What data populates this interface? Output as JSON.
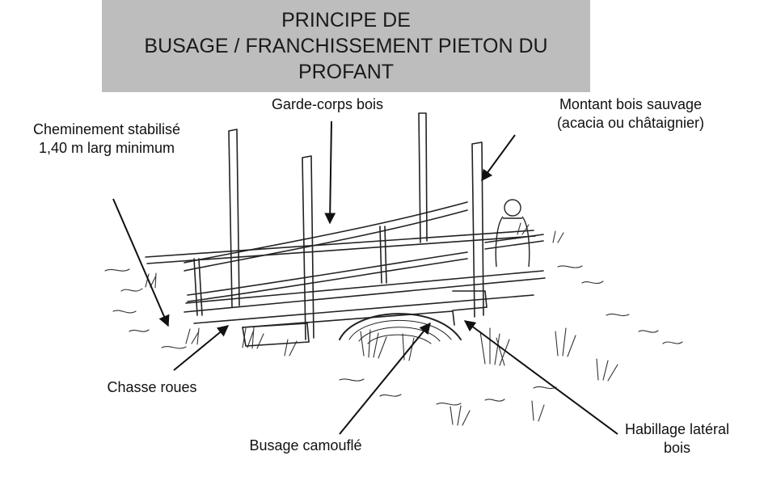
{
  "title": {
    "line1": "PRINCIPE DE",
    "line2": "BUSAGE  /  FRANCHISSEMENT PIETON DU",
    "line3": "PROFANT"
  },
  "labels": {
    "garde_corps": "Garde-corps bois",
    "montant_line1": "Montant bois sauvage",
    "montant_line2": "(acacia ou châtaignier)",
    "cheminement_line1": "Cheminement stabilisé",
    "cheminement_line2": "1,40 m larg minimum",
    "chasse_roues": "Chasse roues",
    "busage": "Busage camouflé",
    "habillage_line1": "Habillage latéral",
    "habillage_line2": "bois"
  },
  "colors": {
    "title_background": "#bdbdbd",
    "ink": "#1a1a1a"
  }
}
